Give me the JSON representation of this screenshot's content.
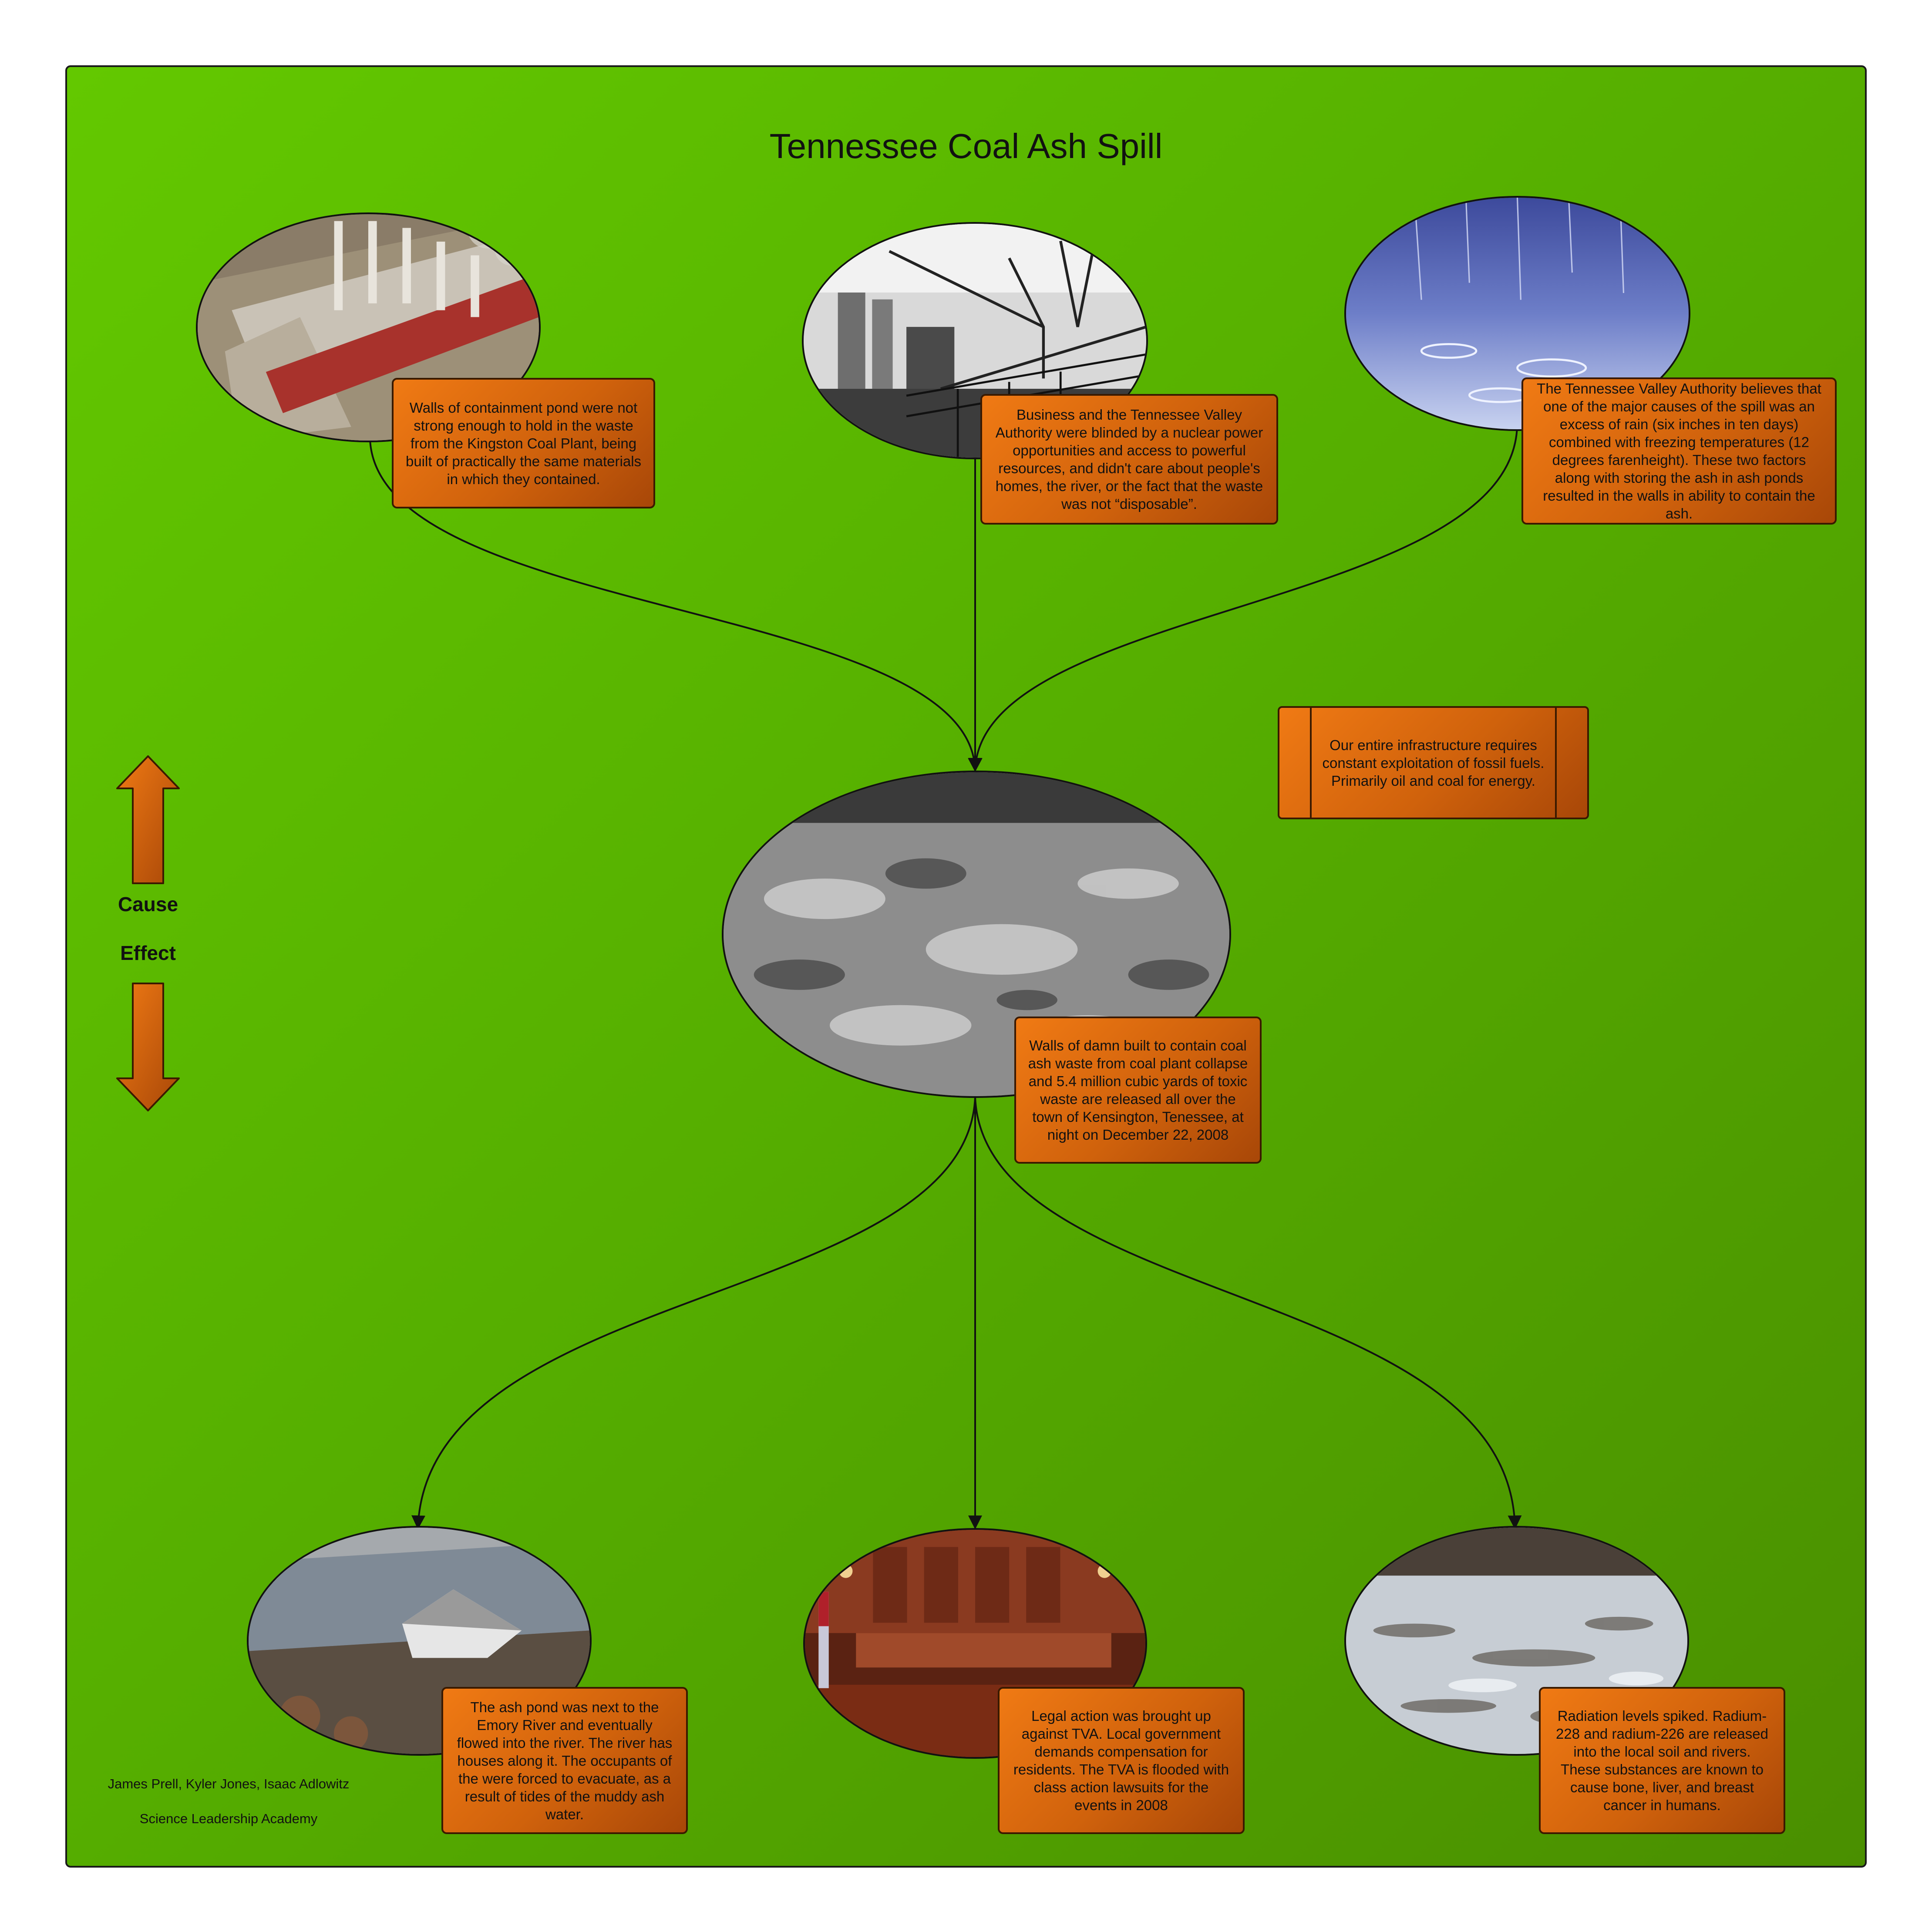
{
  "title": "Tennessee Coal Ash Spill",
  "causes": [
    {
      "image": "coal-plant-aerial",
      "text": "Walls of containment pond were not strong enough to hold in the waste from the Kingston Coal Plant, being built of practically the same materials in which they contained."
    },
    {
      "image": "industrial-cranes",
      "text": "Business and the Tennessee Valley Authority were blinded by a nuclear power opportunities and access to powerful resources, and didn't care about people's homes, the river, or the fact that the waste was not “disposable”."
    },
    {
      "image": "heavy-rain",
      "text": "The Tennessee Valley Authority believes that one of the major causes of the spill was an excess of rain (six inches in ten days) combined with freezing temperatures (12 degrees farenheight). These two factors along with storing the ash in ash ponds resulted in the walls in ability to contain the ash."
    }
  ],
  "center": {
    "image": "coal-ash-sludge",
    "text": "Walls of damn built to contain coal ash waste from coal plant collapse and 5.4 million cubic yards of toxic waste are released all over the town of Kensington, Tenessee, at night on December 22, 2008"
  },
  "effects": [
    {
      "image": "flooded-house",
      "text": "The ash pond was next to the Emory River and eventually flowed into the river. The river has houses along it. The occupants of the were forced to evacuate, as a result of tides of the muddy ash water."
    },
    {
      "image": "courtroom",
      "text": "Legal action was brought up against TVA. Local government demands compensation for residents. The TVA is flooded with class action lawsuits for the events in 2008"
    },
    {
      "image": "ash-river",
      "text": "Radiation levels spiked. Radium-228 and radium-226 are released into the local soil and rivers. These substances are known to cause bone, liver, and breast cancer in humans."
    }
  ],
  "infrastructure_note": "Our entire infrastructure requires constant exploitation of fossil fuels. Primarily oil and coal for energy.",
  "legend": {
    "cause_label": "Cause",
    "effect_label": "Effect"
  },
  "credits": {
    "authors": "James Prell, Kyler Jones, Isaac Adlowitz",
    "school": "Science Leadership Academy"
  },
  "colors": {
    "background": "#55ad00",
    "box": "#d0620c",
    "line": "#111111"
  }
}
